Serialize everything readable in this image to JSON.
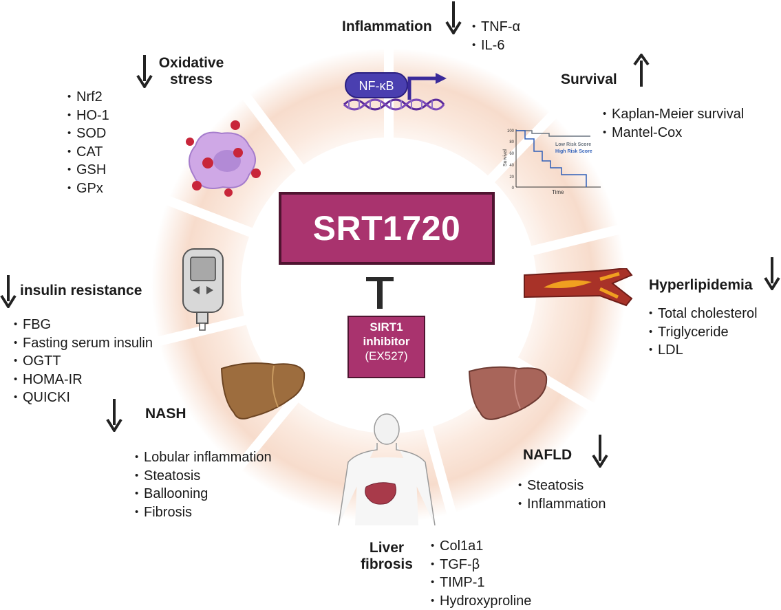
{
  "center": {
    "title": "SRT1720",
    "inhibitor_line1": "SIRT1",
    "inhibitor_line2": "inhibitor",
    "inhibitor_line3": "(EX527)"
  },
  "sections": {
    "inflammation": {
      "title": "Inflammation",
      "direction": "down",
      "items": [
        "TNF-α",
        "IL-6"
      ]
    },
    "oxidative": {
      "title_line1": "Oxidative",
      "title_line2": "stress",
      "direction": "down",
      "items": [
        "Nrf2",
        "HO-1",
        "SOD",
        "CAT",
        "GSH",
        "GPx"
      ]
    },
    "survival": {
      "title": "Survival",
      "direction": "up",
      "items": [
        "Kaplan-Meier survival",
        "Mantel-Cox"
      ]
    },
    "insulin": {
      "title": "insulin resistance",
      "direction": "down",
      "items": [
        "FBG",
        "Fasting serum insulin",
        "OGTT",
        "HOMA-IR",
        "QUICKI"
      ]
    },
    "hyperlipidemia": {
      "title": "Hyperlipidemia",
      "direction": "down",
      "items": [
        "Total cholesterol",
        "Triglyceride",
        "LDL"
      ]
    },
    "nash": {
      "title": "NASH",
      "direction": "down",
      "items": [
        "Lobular inflammation",
        "Steatosis",
        "Ballooning",
        "Fibrosis"
      ]
    },
    "nafld": {
      "title": "NAFLD",
      "direction": "down",
      "items": [
        "Steatosis",
        "Inflammation"
      ]
    },
    "fibrosis": {
      "title_line1": "Liver",
      "title_line2": "fibrosis",
      "items": [
        "Col1a1",
        "TGF-β",
        "TIMP-1",
        "Hydroxyproline"
      ]
    }
  },
  "nfkb_label": "NF-κB",
  "survival_chart": {
    "ylabel": "Survival",
    "xlabel": "Time",
    "yticks": [
      "100",
      "80",
      "60",
      "40",
      "20",
      "0"
    ],
    "legend_low": "Low Risk Score",
    "legend_high": "High Risk Score",
    "low_color": "#6b7580",
    "high_color": "#2f5fb8"
  },
  "colors": {
    "ring_outer": "#f7ddcf",
    "ring_inner": "#fdf3ec",
    "center_box": "#a9336e",
    "center_border": "#4f1430"
  }
}
